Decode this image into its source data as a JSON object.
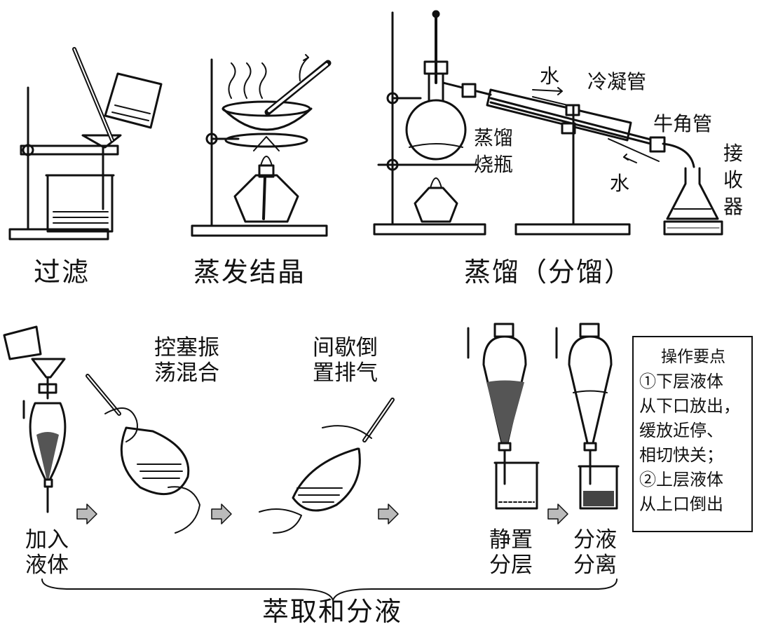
{
  "top": {
    "filtration": "过滤",
    "evaporation": "蒸发结晶",
    "distillation": "蒸馏（分馏）",
    "water_in": "水",
    "water_out": "水",
    "condenser": "冷凝管",
    "adapter": "牛角管",
    "flask_line1": "蒸馏",
    "flask_line2": "烧瓶",
    "receiver_1": "接",
    "receiver_2": "收",
    "receiver_3": "器"
  },
  "bottom": {
    "step1_line1": "加入",
    "step1_line2": "液体",
    "step2_line1": "控塞振",
    "step2_line2": "荡混合",
    "step3_line1": "间歇倒",
    "step3_line2": "置排气",
    "step4_line1": "静置",
    "step4_line2": "分层",
    "step5_line1": "分液",
    "step5_line2": "分离",
    "group_title": "萃取和分液"
  },
  "notes": {
    "title": "操作要点",
    "lines": [
      "①下层液体",
      "从下口放出，",
      "缓放近停、",
      "相切快关；",
      "②上层液体",
      "从上口倒出"
    ]
  }
}
